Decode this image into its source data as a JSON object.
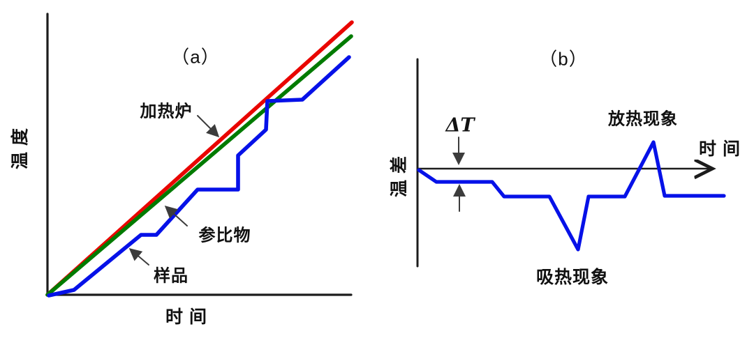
{
  "colors": {
    "furnace": "#e90500",
    "reference": "#007b00",
    "sample": "#0611e8",
    "curve": "#0611e8",
    "axis": "#1c1c1c",
    "arrow": "#3c3c3c"
  },
  "panel_a": {
    "title": "（a）",
    "y_axis_label": "温 度",
    "x_axis_label": "时 间",
    "series_labels": {
      "furnace": "加热炉",
      "reference": "参比物",
      "sample": "样品"
    }
  },
  "panel_b": {
    "title": "（b）",
    "y_axis_label": "温 差",
    "x_axis_label": "时 间",
    "delta_t": "ΔT",
    "exothermic": "放热现象",
    "endothermic": "吸热现象"
  },
  "geometry": {
    "a_axes": {
      "points": [
        [
          68,
          20
        ],
        [
          68,
          423
        ],
        [
          503,
          423
        ]
      ],
      "color": "axis",
      "width": 3.2
    },
    "a_furnace_line": {
      "points": [
        [
          68,
          423
        ],
        [
          504,
          32
        ]
      ],
      "color": "furnace",
      "width": 5.6
    },
    "a_reference_line": {
      "points": [
        [
          68,
          423
        ],
        [
          503,
          52
        ]
      ],
      "color": "reference",
      "width": 5.6
    },
    "a_sample_line": {
      "points": [
        [
          70,
          424
        ],
        [
          106,
          416
        ],
        [
          202,
          337
        ],
        [
          224,
          337
        ],
        [
          283,
          272
        ],
        [
          341,
          272
        ],
        [
          341,
          223
        ],
        [
          381,
          186
        ],
        [
          383,
          145
        ],
        [
          433,
          143
        ],
        [
          500,
          82
        ]
      ],
      "color": "sample",
      "width": 5.6
    },
    "a_furnace_arrow": {
      "points": [
        [
          283,
          166
        ],
        [
          312,
          195
        ]
      ],
      "color": "arrow",
      "width": 2,
      "marker": "m-solid"
    },
    "a_reference_arrow": {
      "points": [
        [
          268,
          324
        ],
        [
          238,
          297
        ]
      ],
      "color": "arrow",
      "width": 2,
      "marker": "m-solid"
    },
    "a_sample_arrow": {
      "points": [
        [
          213,
          380
        ],
        [
          187,
          358
        ]
      ],
      "color": "arrow",
      "width": 2,
      "marker": "m-solid"
    },
    "b_y_axis": {
      "points": [
        [
          598,
          85
        ],
        [
          598,
          382
        ]
      ],
      "color": "axis",
      "width": 3
    },
    "b_x_axis": {
      "points": [
        [
          598,
          242
        ],
        [
          1018,
          242
        ]
      ],
      "color": "axis",
      "width": 2.6,
      "marker": "m-open"
    },
    "b_curve": {
      "points": [
        [
          600,
          244
        ],
        [
          625,
          261
        ],
        [
          705,
          261
        ],
        [
          722,
          282
        ],
        [
          787,
          282
        ],
        [
          828,
          358
        ],
        [
          843,
          282
        ],
        [
          895,
          282
        ],
        [
          936,
          204
        ],
        [
          952,
          281
        ],
        [
          1037,
          281
        ]
      ],
      "color": "curve",
      "width": 5.2
    },
    "b_dt_arrow_down": {
      "points": [
        [
          657,
          197
        ],
        [
          657,
          234
        ]
      ],
      "color": "arrow",
      "width": 2,
      "marker": "m-solid"
    },
    "b_dt_arrow_up": {
      "points": [
        [
          658,
          303
        ],
        [
          658,
          267
        ]
      ],
      "color": "arrow",
      "width": 2,
      "marker": "m-solid"
    }
  }
}
